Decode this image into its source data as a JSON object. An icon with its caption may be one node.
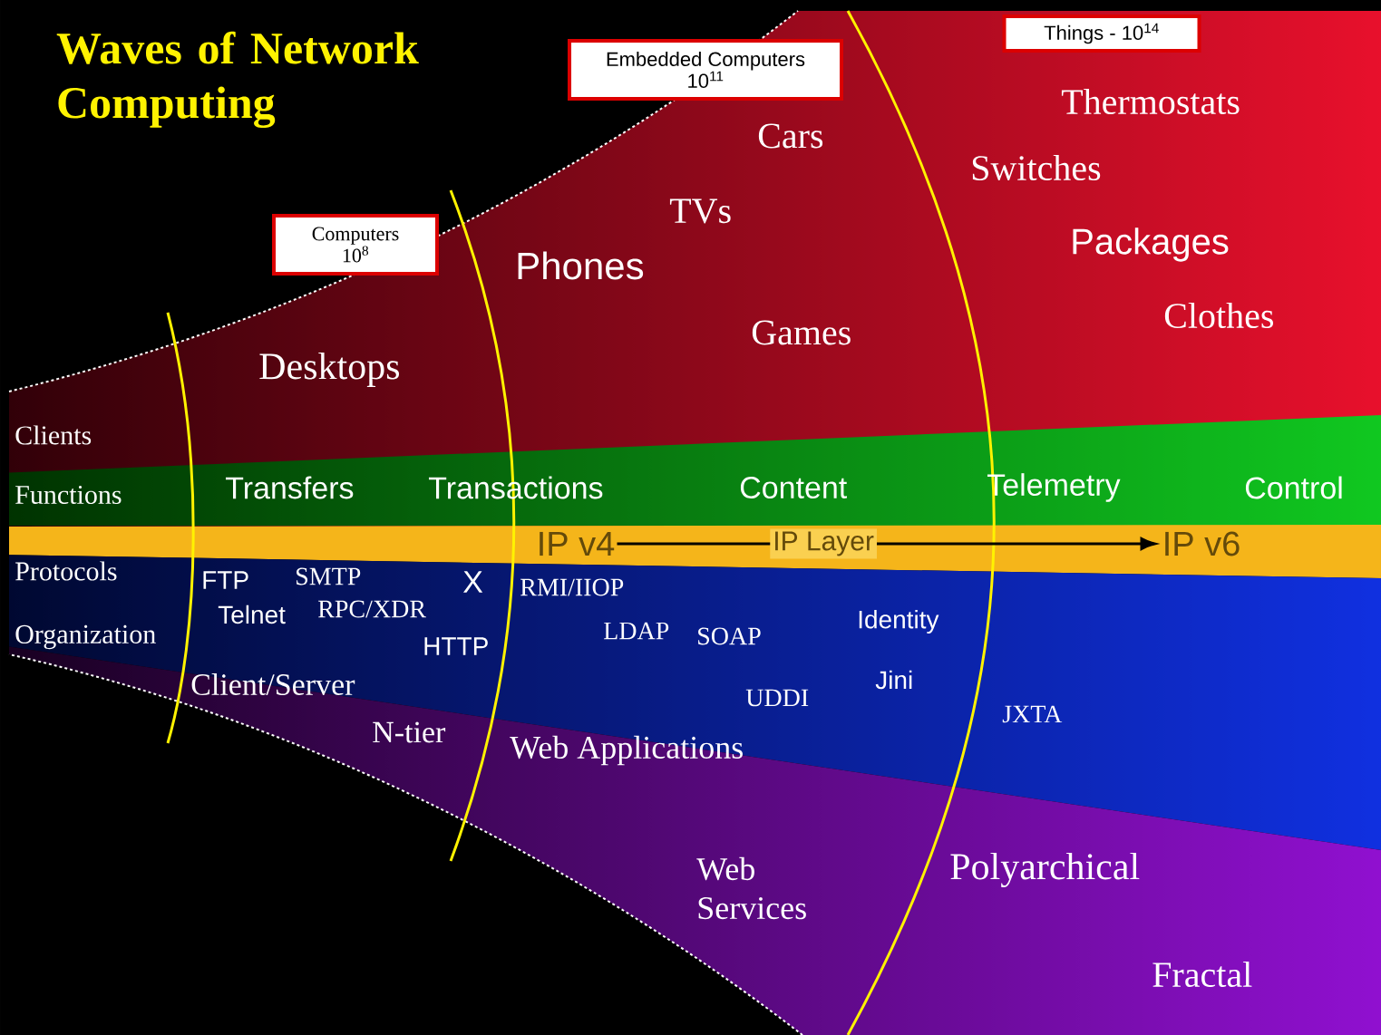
{
  "diagram": {
    "title": "Waves of Network Computing",
    "nodes": [
      {
        "text": [
          "Computers",
          "10$^{8}$"
        ]
      },
      {
        "text": [
          "Embedded Computers",
          "10$^{11}$"
        ]
      },
      {
        "text": [
          "Things - 10$^{14}$"
        ]
      },
      {
        "text": [
          "IP v4"
        ]
      },
      {
        "text": [
          "IP v6"
        ]
      }
    ],
    "edges": [
      {
        "from": 3,
        "to": 4,
        "arrow": "to",
        "label": "IP Layer"
      }
    ],
    "labels": [
      "Cars",
      "TVs",
      "Thermostats",
      "Switches",
      "Packages",
      "Phones",
      "Clothes",
      "Games",
      "Desktops",
      "Clients",
      "Functions",
      "Transfers",
      "Transactions",
      "Content",
      "Telemetry",
      "Control",
      "Protocols",
      "FTP",
      "SMTP",
      "X",
      "RMI/IIOP",
      "Telnet",
      "RPC/XDR",
      "Identity",
      "Organization",
      "LDAP",
      "SOAP",
      "HTTP",
      "Client/Server",
      "Jini",
      "UDDI",
      "JXTA",
      "N-tier",
      "Web Applications",
      "Web Services",
      "Polyarchical",
      "Fractal"
    ]
  }
}
